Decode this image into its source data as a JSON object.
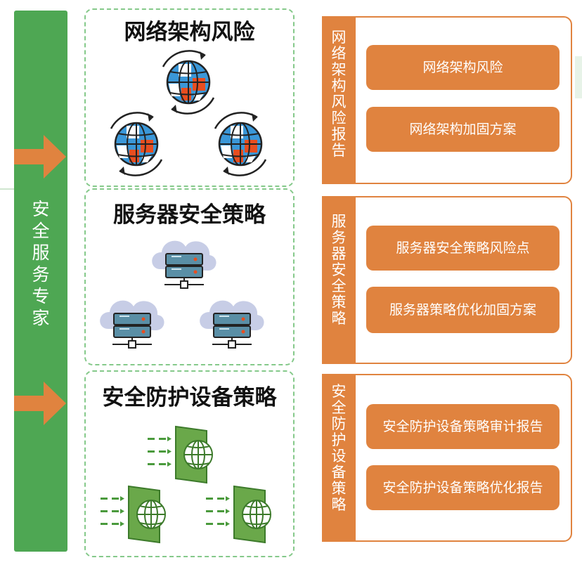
{
  "left_bar": {
    "title_chars": [
      "安",
      "全",
      "服",
      "务",
      "专",
      "家"
    ]
  },
  "sections": [
    {
      "title": "网络架构风险",
      "category_chars": [
        "网",
        "络",
        "架",
        "构",
        "风",
        "险",
        "报",
        "告"
      ],
      "items": [
        "网络架构风险",
        "网络架构加固方案"
      ]
    },
    {
      "title": "服务器安全策略",
      "category_chars": [
        "服",
        "务",
        "器",
        "安",
        "全",
        "策",
        "略"
      ],
      "items": [
        "服务器安全策略风险点",
        "服务器策略优化加固方案"
      ]
    },
    {
      "title": "安全防护设备策略",
      "category_chars": [
        "安",
        "全",
        "防",
        "护",
        "设",
        "备",
        "策",
        "略"
      ],
      "items": [
        "安全防护设备策略审计报告",
        "安全防护设备策略优化报告"
      ]
    }
  ],
  "colors": {
    "green": "#4ea753",
    "orange": "#e0833f",
    "dashed_border": "#85c98a",
    "globe_blue": "#3a97d8",
    "globe_red": "#e84e20",
    "server_blue": "#5a8fa6",
    "cloud": "#c7cde6"
  },
  "icons": {
    "section1": "globe-icon",
    "section2": "cloud-server-icon",
    "section3": "firewall-globe-icon"
  }
}
